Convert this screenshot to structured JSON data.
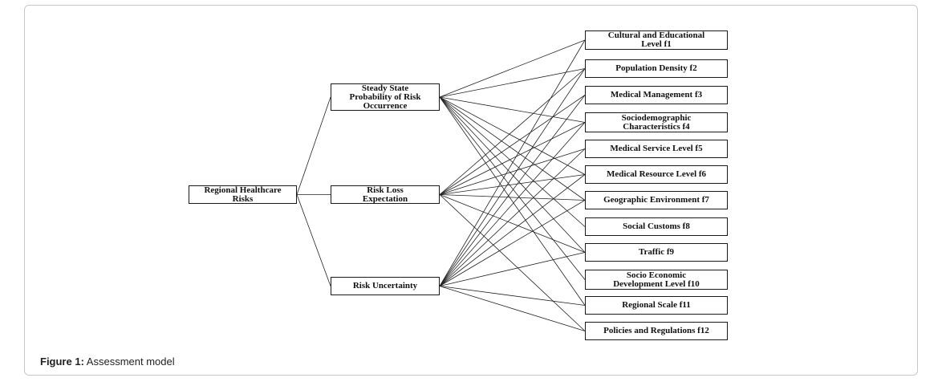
{
  "diagram": {
    "root": {
      "id": "root",
      "label": "Regional Healthcare\nRisks"
    },
    "middle": [
      {
        "id": "m1",
        "label": "Steady State\nProbability of Risk\nOccurrence"
      },
      {
        "id": "m2",
        "label": "Risk Loss\nExpectation"
      },
      {
        "id": "m3",
        "label": "Risk Uncertainty"
      }
    ],
    "factors": [
      {
        "id": "f1",
        "label": "Cultural and Educational\nLevel f1"
      },
      {
        "id": "f2",
        "label": "Population Density f2"
      },
      {
        "id": "f3",
        "label": "Medical Management f3"
      },
      {
        "id": "f4",
        "label": "Sociodemographic\nCharacteristics f4"
      },
      {
        "id": "f5",
        "label": "Medical Service Level f5"
      },
      {
        "id": "f6",
        "label": "Medical Resource Level f6"
      },
      {
        "id": "f7",
        "label": "Geographic Environment f7"
      },
      {
        "id": "f8",
        "label": "Social Customs f8"
      },
      {
        "id": "f9",
        "label": "Traffic f9"
      },
      {
        "id": "f10",
        "label": "Socio Economic\nDevelopment Level f10"
      },
      {
        "id": "f11",
        "label": "Regional Scale f11"
      },
      {
        "id": "f12",
        "label": "Policies and Regulations f12"
      }
    ],
    "edges": [
      [
        "root",
        "m1"
      ],
      [
        "root",
        "m2"
      ],
      [
        "root",
        "m3"
      ],
      [
        "m1",
        "f1"
      ],
      [
        "m1",
        "f2"
      ],
      [
        "m1",
        "f4"
      ],
      [
        "m1",
        "f6"
      ],
      [
        "m1",
        "f7"
      ],
      [
        "m1",
        "f8"
      ],
      [
        "m1",
        "f9"
      ],
      [
        "m1",
        "f10"
      ],
      [
        "m1",
        "f11"
      ],
      [
        "m2",
        "f2"
      ],
      [
        "m2",
        "f3"
      ],
      [
        "m2",
        "f4"
      ],
      [
        "m2",
        "f5"
      ],
      [
        "m2",
        "f6"
      ],
      [
        "m2",
        "f7"
      ],
      [
        "m2",
        "f9"
      ],
      [
        "m2",
        "f12"
      ],
      [
        "m3",
        "f1"
      ],
      [
        "m3",
        "f2"
      ],
      [
        "m3",
        "f3"
      ],
      [
        "m3",
        "f4"
      ],
      [
        "m3",
        "f5"
      ],
      [
        "m3",
        "f6"
      ],
      [
        "m3",
        "f7"
      ],
      [
        "m3",
        "f9"
      ],
      [
        "m3",
        "f11"
      ],
      [
        "m3",
        "f12"
      ]
    ]
  },
  "caption": {
    "label": "Figure 1:",
    "text": " Assessment model"
  }
}
